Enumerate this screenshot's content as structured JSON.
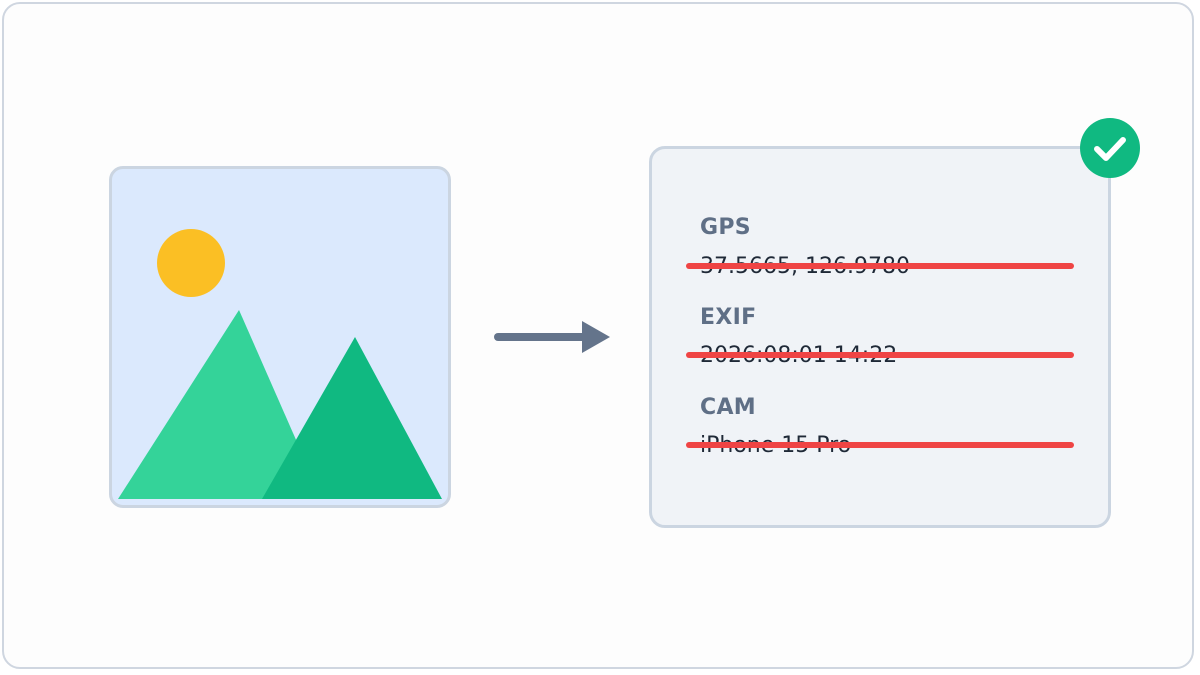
{
  "colors": {
    "frame_border": "#cfd6e0",
    "photo_bg": "#dbe9fd",
    "sun": "#fbbf24",
    "mountain_light": "#34d399",
    "mountain_dark": "#10b981",
    "arrow": "#64748b",
    "card_bg": "#f0f3f7",
    "strike": "#ef4444",
    "badge": "#10b981"
  },
  "photo": {
    "icon": "landscape-photo-icon"
  },
  "arrow": {
    "icon": "arrow-right-icon"
  },
  "badge": {
    "icon": "check-circle-icon"
  },
  "metadata": [
    {
      "label": "GPS",
      "value": "37.5665, 126.9780"
    },
    {
      "label": "EXIF",
      "value": "2026:08:01 14:22"
    },
    {
      "label": "CAM",
      "value": "iPhone 15 Pro"
    }
  ]
}
